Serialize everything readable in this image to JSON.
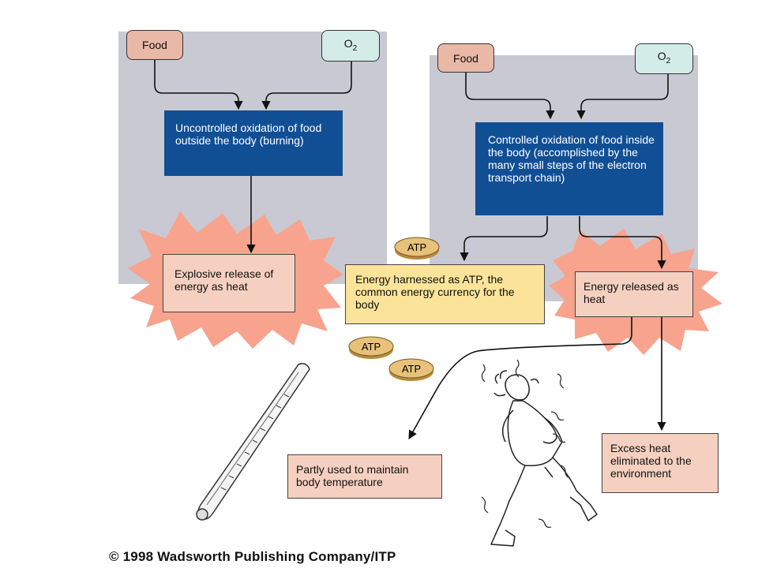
{
  "left_panel": {
    "food_label": "Food",
    "o2_label": "O",
    "o2_subscript": "2",
    "process_label": "Uncontrolled oxidation of food outside the body (burning)",
    "result_label": "Explosive release of energy as heat"
  },
  "right_panel": {
    "food_label": "Food",
    "o2_label": "O",
    "o2_subscript": "2",
    "process_label": "Controlled oxidation of food inside the body (accomplished by the many small steps of the electron transport chain)",
    "atp_result_label": "Energy harnessed as ATP, the common energy currency for the body",
    "heat_result_label": "Energy released as heat",
    "body_temp_label": "Partly used to maintain body temperature",
    "excess_heat_label": "Excess heat eliminated to the environment"
  },
  "atp_coins": [
    "ATP",
    "ATP",
    "ATP"
  ],
  "copyright": "© 1998 Wadsworth Publishing Company/ITP",
  "colors": {
    "panel": "#c9c9d3",
    "food": "#eab8a6",
    "o2": "#d4ece8",
    "process": "#114f95",
    "burst": "#f7a38d",
    "result": "#f5d0c0",
    "atp_box": "#fbe39a",
    "coin": "#e8c27a"
  }
}
